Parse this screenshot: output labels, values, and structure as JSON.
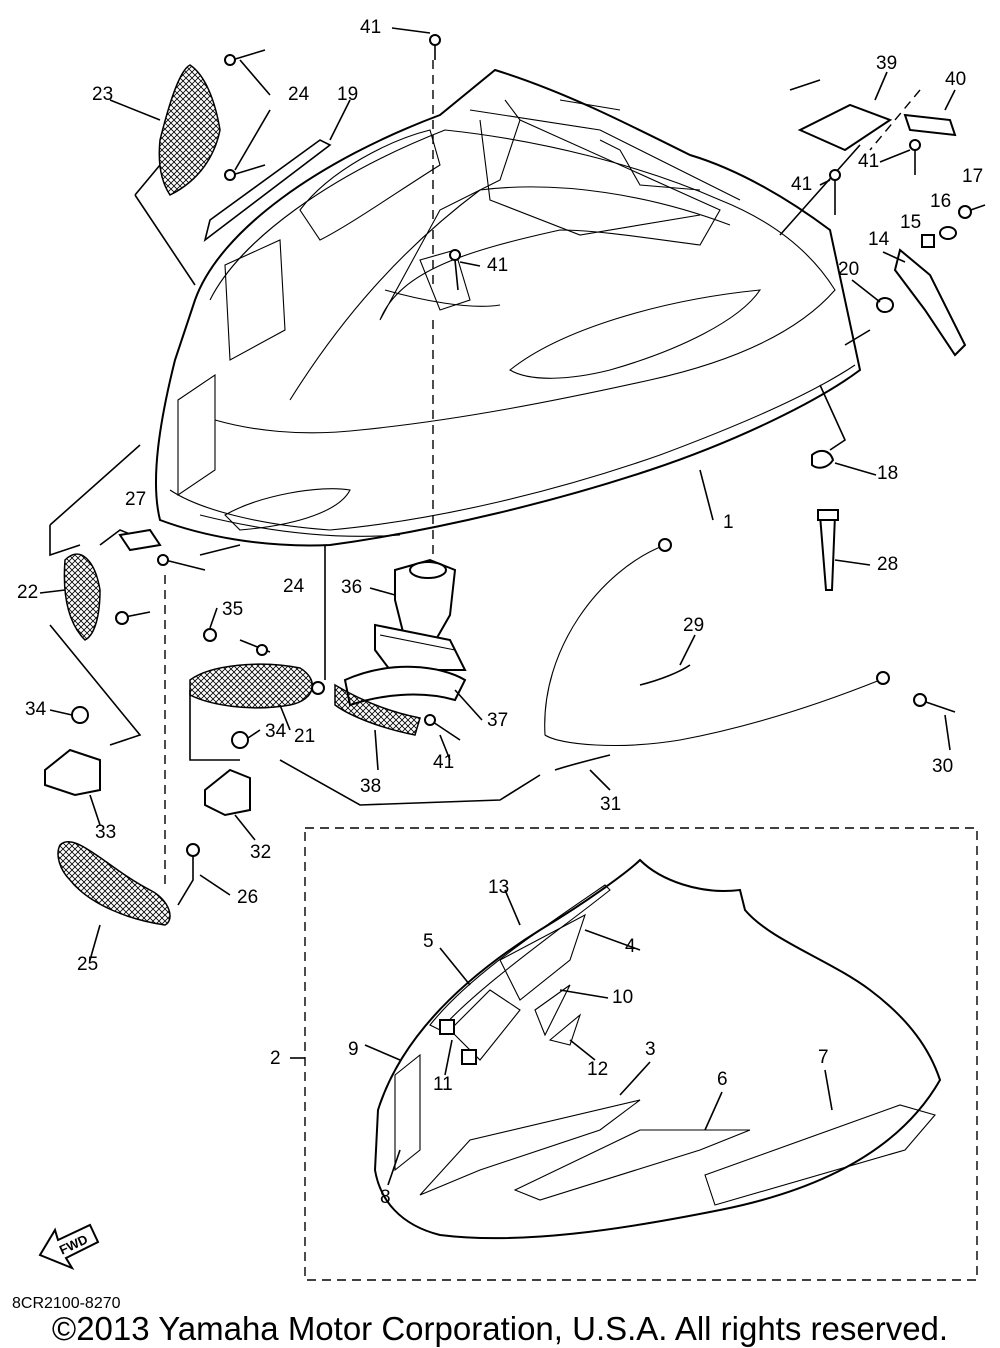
{
  "drawing_code": "8CR2100-8270",
  "copyright": "©2013 Yamaha Motor Corporation, U.S.A. All rights reserved.",
  "direction_label": "FWD",
  "callouts": [
    "1",
    "2",
    "3",
    "4",
    "5",
    "6",
    "7",
    "8",
    "9",
    "10",
    "11",
    "12",
    "13",
    "14",
    "15",
    "16",
    "17",
    "18",
    "19",
    "20",
    "21",
    "22",
    "23",
    "24",
    "24",
    "25",
    "26",
    "27",
    "28",
    "29",
    "30",
    "31",
    "32",
    "33",
    "34",
    "34",
    "35",
    "36",
    "37",
    "38",
    "39",
    "40",
    "41",
    "41",
    "41",
    "41",
    "41"
  ]
}
